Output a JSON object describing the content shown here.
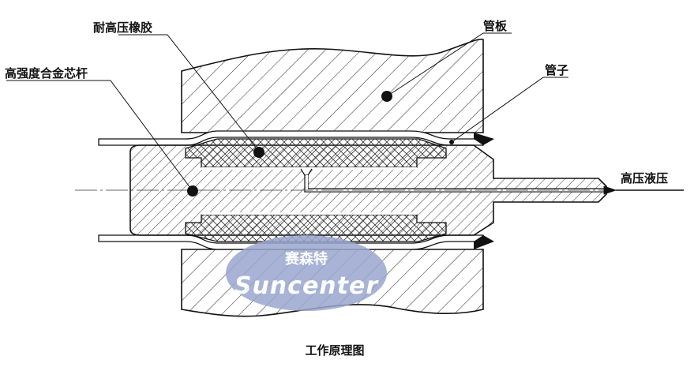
{
  "labels": {
    "rubber": "耐高压橡胶",
    "core_rod": "高强度合金芯杆",
    "tube_sheet": "管板",
    "tube": "管子",
    "hydraulic": "高压液压"
  },
  "caption": "工作原理图",
  "watermark": {
    "chinese": "赛森特",
    "english": "Suncenter",
    "color": "#9aa6cf"
  }
}
